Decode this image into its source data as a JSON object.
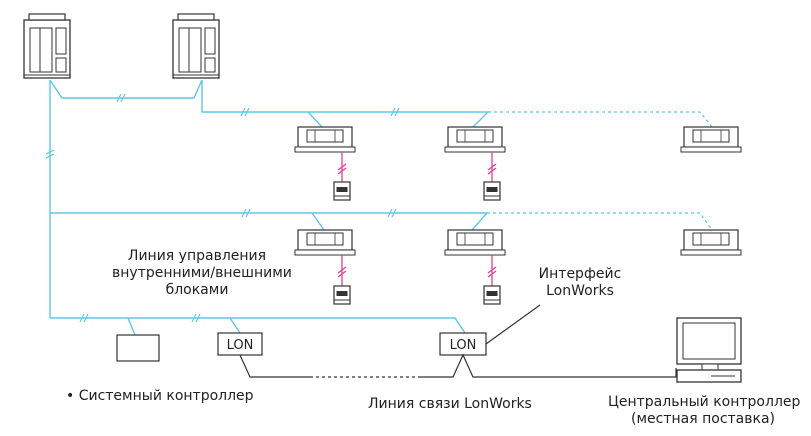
{
  "labels": {
    "control_line": [
      "Линия управления",
      "внутренними/внешними",
      "блоками"
    ],
    "lonworks_interface": [
      "Интерфейс",
      "LonWorks"
    ],
    "system_controller": "• Системный контроллер",
    "lonworks_line": "Линия связи LonWorks",
    "central_controller": [
      "Центральный контроллер",
      "(местная поставка)"
    ],
    "lon_box_1": "LON",
    "lon_box_2": "LON"
  },
  "colors": {
    "line": "#5ec8e5",
    "dashed_line": "#5ec8e5",
    "remote_link": "#e0409a",
    "lon_link": "#333333",
    "stroke": "#333333"
  }
}
